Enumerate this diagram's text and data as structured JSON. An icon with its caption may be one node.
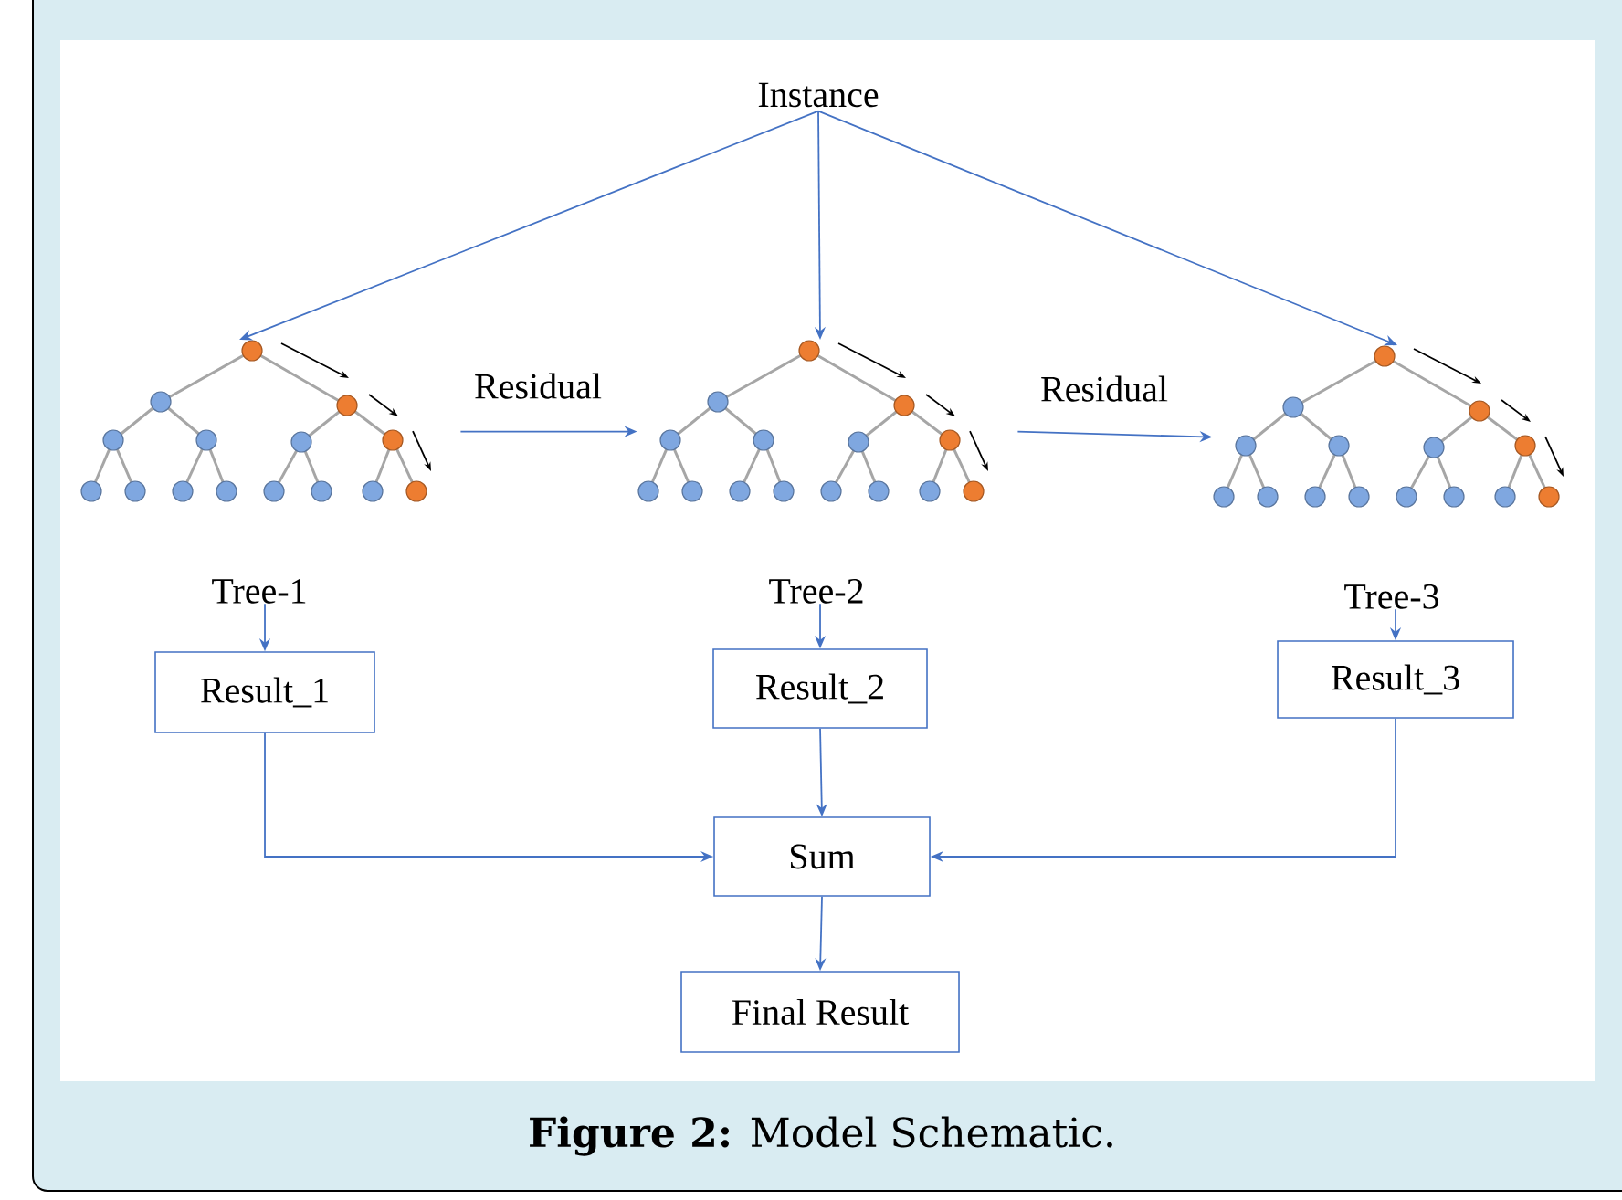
{
  "diagram": {
    "caption": "**Figure 2:** Model Schematic.",
    "nodes": [
      {
        "text": [
          "Instance"
        ]
      },
      {
        "text": [
          "Tree-1"
        ]
      },
      {
        "text": [
          "Tree-2"
        ]
      },
      {
        "text": [
          "Tree-3"
        ]
      },
      {
        "text": [
          "Result_1"
        ]
      },
      {
        "text": [
          "Result_2"
        ]
      },
      {
        "text": [
          "Result_3"
        ]
      },
      {
        "text": [
          "Sum"
        ]
      },
      {
        "text": [
          "Final Result"
        ]
      }
    ],
    "edges": [
      {
        "from": 0,
        "to": 1,
        "arrow": "to"
      },
      {
        "from": 0,
        "to": 2,
        "arrow": "to"
      },
      {
        "from": 0,
        "to": 3,
        "arrow": "to"
      },
      {
        "from": 1,
        "to": 2,
        "arrow": "to",
        "label": "Residual"
      },
      {
        "from": 2,
        "to": 3,
        "arrow": "to",
        "label": "Residual"
      },
      {
        "from": 1,
        "to": 4,
        "arrow": "to"
      },
      {
        "from": 2,
        "to": 5,
        "arrow": "to"
      },
      {
        "from": 3,
        "to": 6,
        "arrow": "to"
      },
      {
        "from": 4,
        "to": 7,
        "arrow": "to"
      },
      {
        "from": 5,
        "to": 7,
        "arrow": "to"
      },
      {
        "from": 6,
        "to": 7,
        "arrow": "to"
      },
      {
        "from": 7,
        "to": 8,
        "arrow": "to"
      }
    ]
  }
}
